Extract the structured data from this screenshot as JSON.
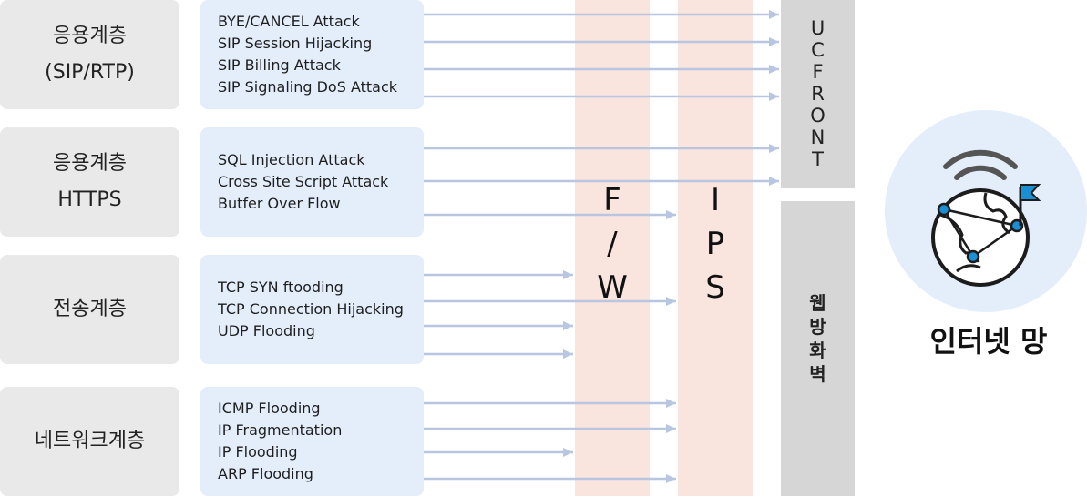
{
  "layers": [
    {
      "label": "응용계층\n(SIP/RTP)",
      "attacks": [
        "BYE/CANCEL Attack",
        "SIP Session Hijacking",
        "SIP Billing Attack",
        "SIP Signaling DoS Attack"
      ]
    },
    {
      "label": "응용계층\nHTTPS",
      "attacks": [
        "SQL Injection Attack",
        "Cross Site Script Attack",
        "Butfer Over Flow"
      ]
    },
    {
      "label": "전송계층",
      "attacks": [
        "TCP SYN ftooding",
        "TCP Connection Hijacking",
        "UDP Flooding"
      ]
    },
    {
      "label": "네트워크계층",
      "attacks": [
        "ICMP Flooding",
        "IP Fragmentation",
        "IP Flooding",
        "ARP Flooding"
      ]
    }
  ],
  "defenses": {
    "fw": "F\n/\nW",
    "ips": "I\nP\nS",
    "ucfront": "UCFRONT",
    "web_firewall": "웹방화벽"
  },
  "internet_label": "인터넷 망",
  "colors": {
    "layer_bg": "#e9e9e9",
    "attack_bg": "#e4eefb",
    "band_bg": "#f9e4de",
    "gateway_bg": "#d6d6d6",
    "arrow": "#b9c6e2",
    "globe_accent": "#1a8fd3"
  },
  "icons": {
    "internet": "globe-wifi-flag-icon"
  }
}
